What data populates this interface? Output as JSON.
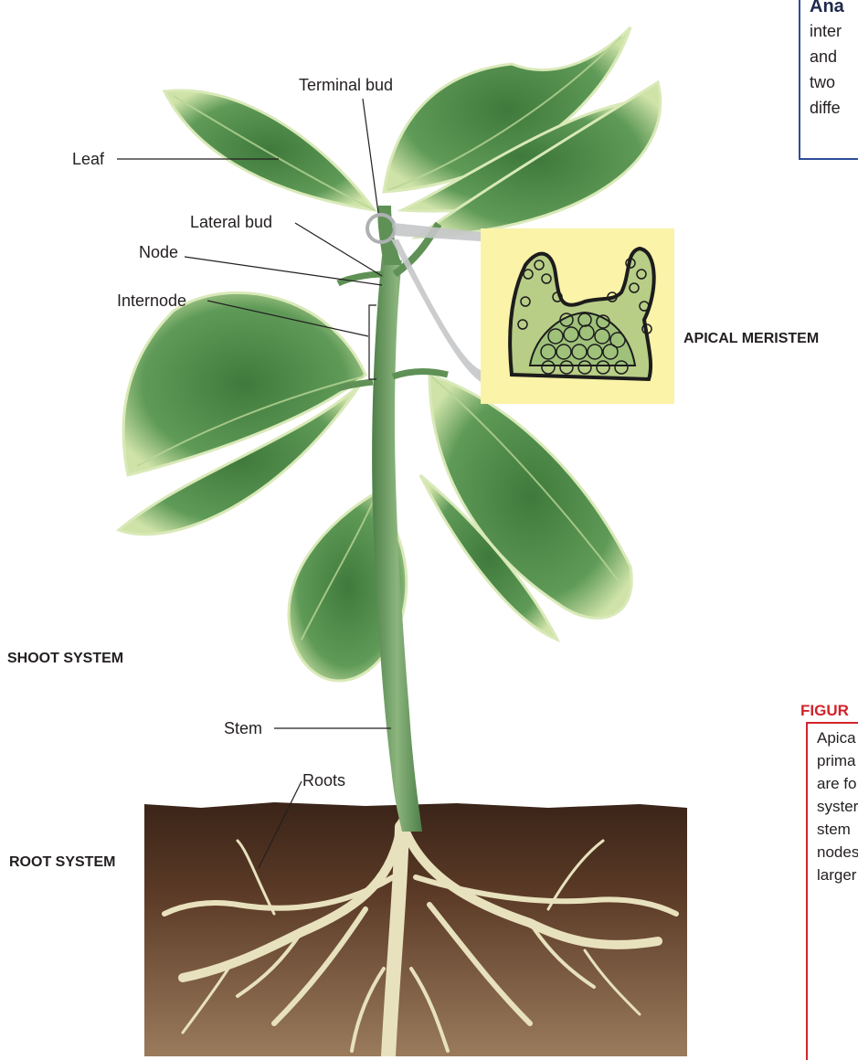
{
  "labels": {
    "terminal_bud": "Terminal bud",
    "leaf": "Leaf",
    "lateral_bud": "Lateral bud",
    "node": "Node",
    "internode": "Internode",
    "apical_meristem": "APICAL MERISTEM",
    "shoot_system": "SHOOT SYSTEM",
    "stem": "Stem",
    "roots": "Roots",
    "root_system": "ROOT SYSTEM"
  },
  "analyze_box": {
    "title": "Ana",
    "lines": [
      "inter",
      "and",
      "two",
      "diffe"
    ],
    "border_color": "#2d4e9b"
  },
  "figure": {
    "label": "FIGUR",
    "caption_lines": [
      "Apica",
      "prima",
      "are fo",
      "syster",
      "stem",
      "nodes",
      "larger"
    ],
    "accent_color": "#d2232a"
  },
  "colors": {
    "leaf": "#4f8a4a",
    "leaf_edge": "#c9dfa3",
    "stem": "#6f9c63",
    "soil": "#4a2e1e",
    "root": "#e8e1bd",
    "meristem_bg": "#faf3a8"
  }
}
